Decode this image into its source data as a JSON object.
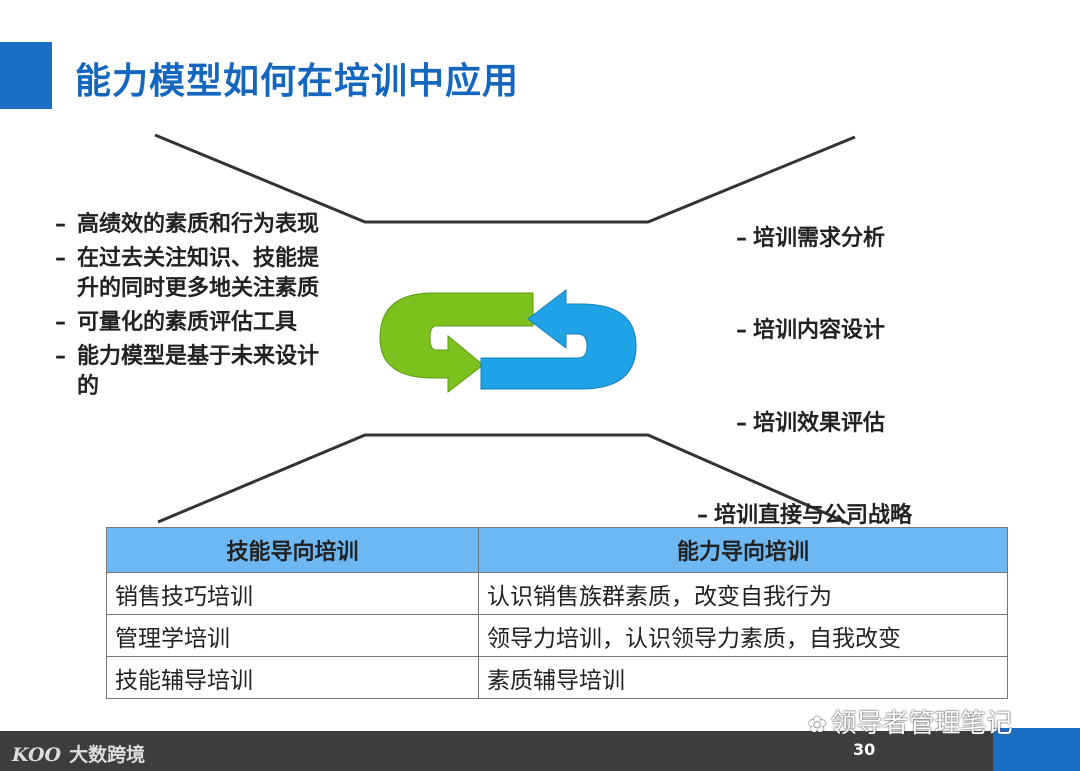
{
  "title": "能力模型如何在培训中应用",
  "left_items": [
    {
      "dash": "–",
      "text": "高绩效的素质和行为表现"
    },
    {
      "dash": "–",
      "text": "在过去关注知识、技能提升的同时更多地关注素质"
    },
    {
      "dash": "–",
      "text": "可量化的素质评估工具"
    },
    {
      "dash": "–",
      "text": "能力模型是基于未来设计的"
    }
  ],
  "right_items": [
    {
      "dash": "–",
      "text": "培训需求分析"
    },
    {
      "dash": "–",
      "text": "培训内容设计"
    },
    {
      "dash": "–",
      "text": "培训效果评估"
    },
    {
      "dash": "–",
      "text": "培训直接与公司战略"
    }
  ],
  "cycle_colors": {
    "green": "#7dc11f",
    "blue": "#1fa3e6"
  },
  "table": {
    "headers": [
      "技能导向培训",
      "能力导向培训"
    ],
    "rows": [
      [
        "销售技巧培训",
        "认识销售族群素质，改变自我行为"
      ],
      [
        "管理学培训",
        "领导力培训，认识领导力素质，自我改变"
      ],
      [
        "技能辅导培训",
        "素质辅导培训"
      ]
    ]
  },
  "footer": {
    "logo": "KOO",
    "brand": "大数跨境",
    "page_number": "30",
    "watermark": "领导者管理笔记"
  },
  "colors": {
    "accent": "#1a6fc4",
    "title": "#1567bd",
    "header_bg": "#6db7f2",
    "footer_bg": "#3d3d3d"
  }
}
